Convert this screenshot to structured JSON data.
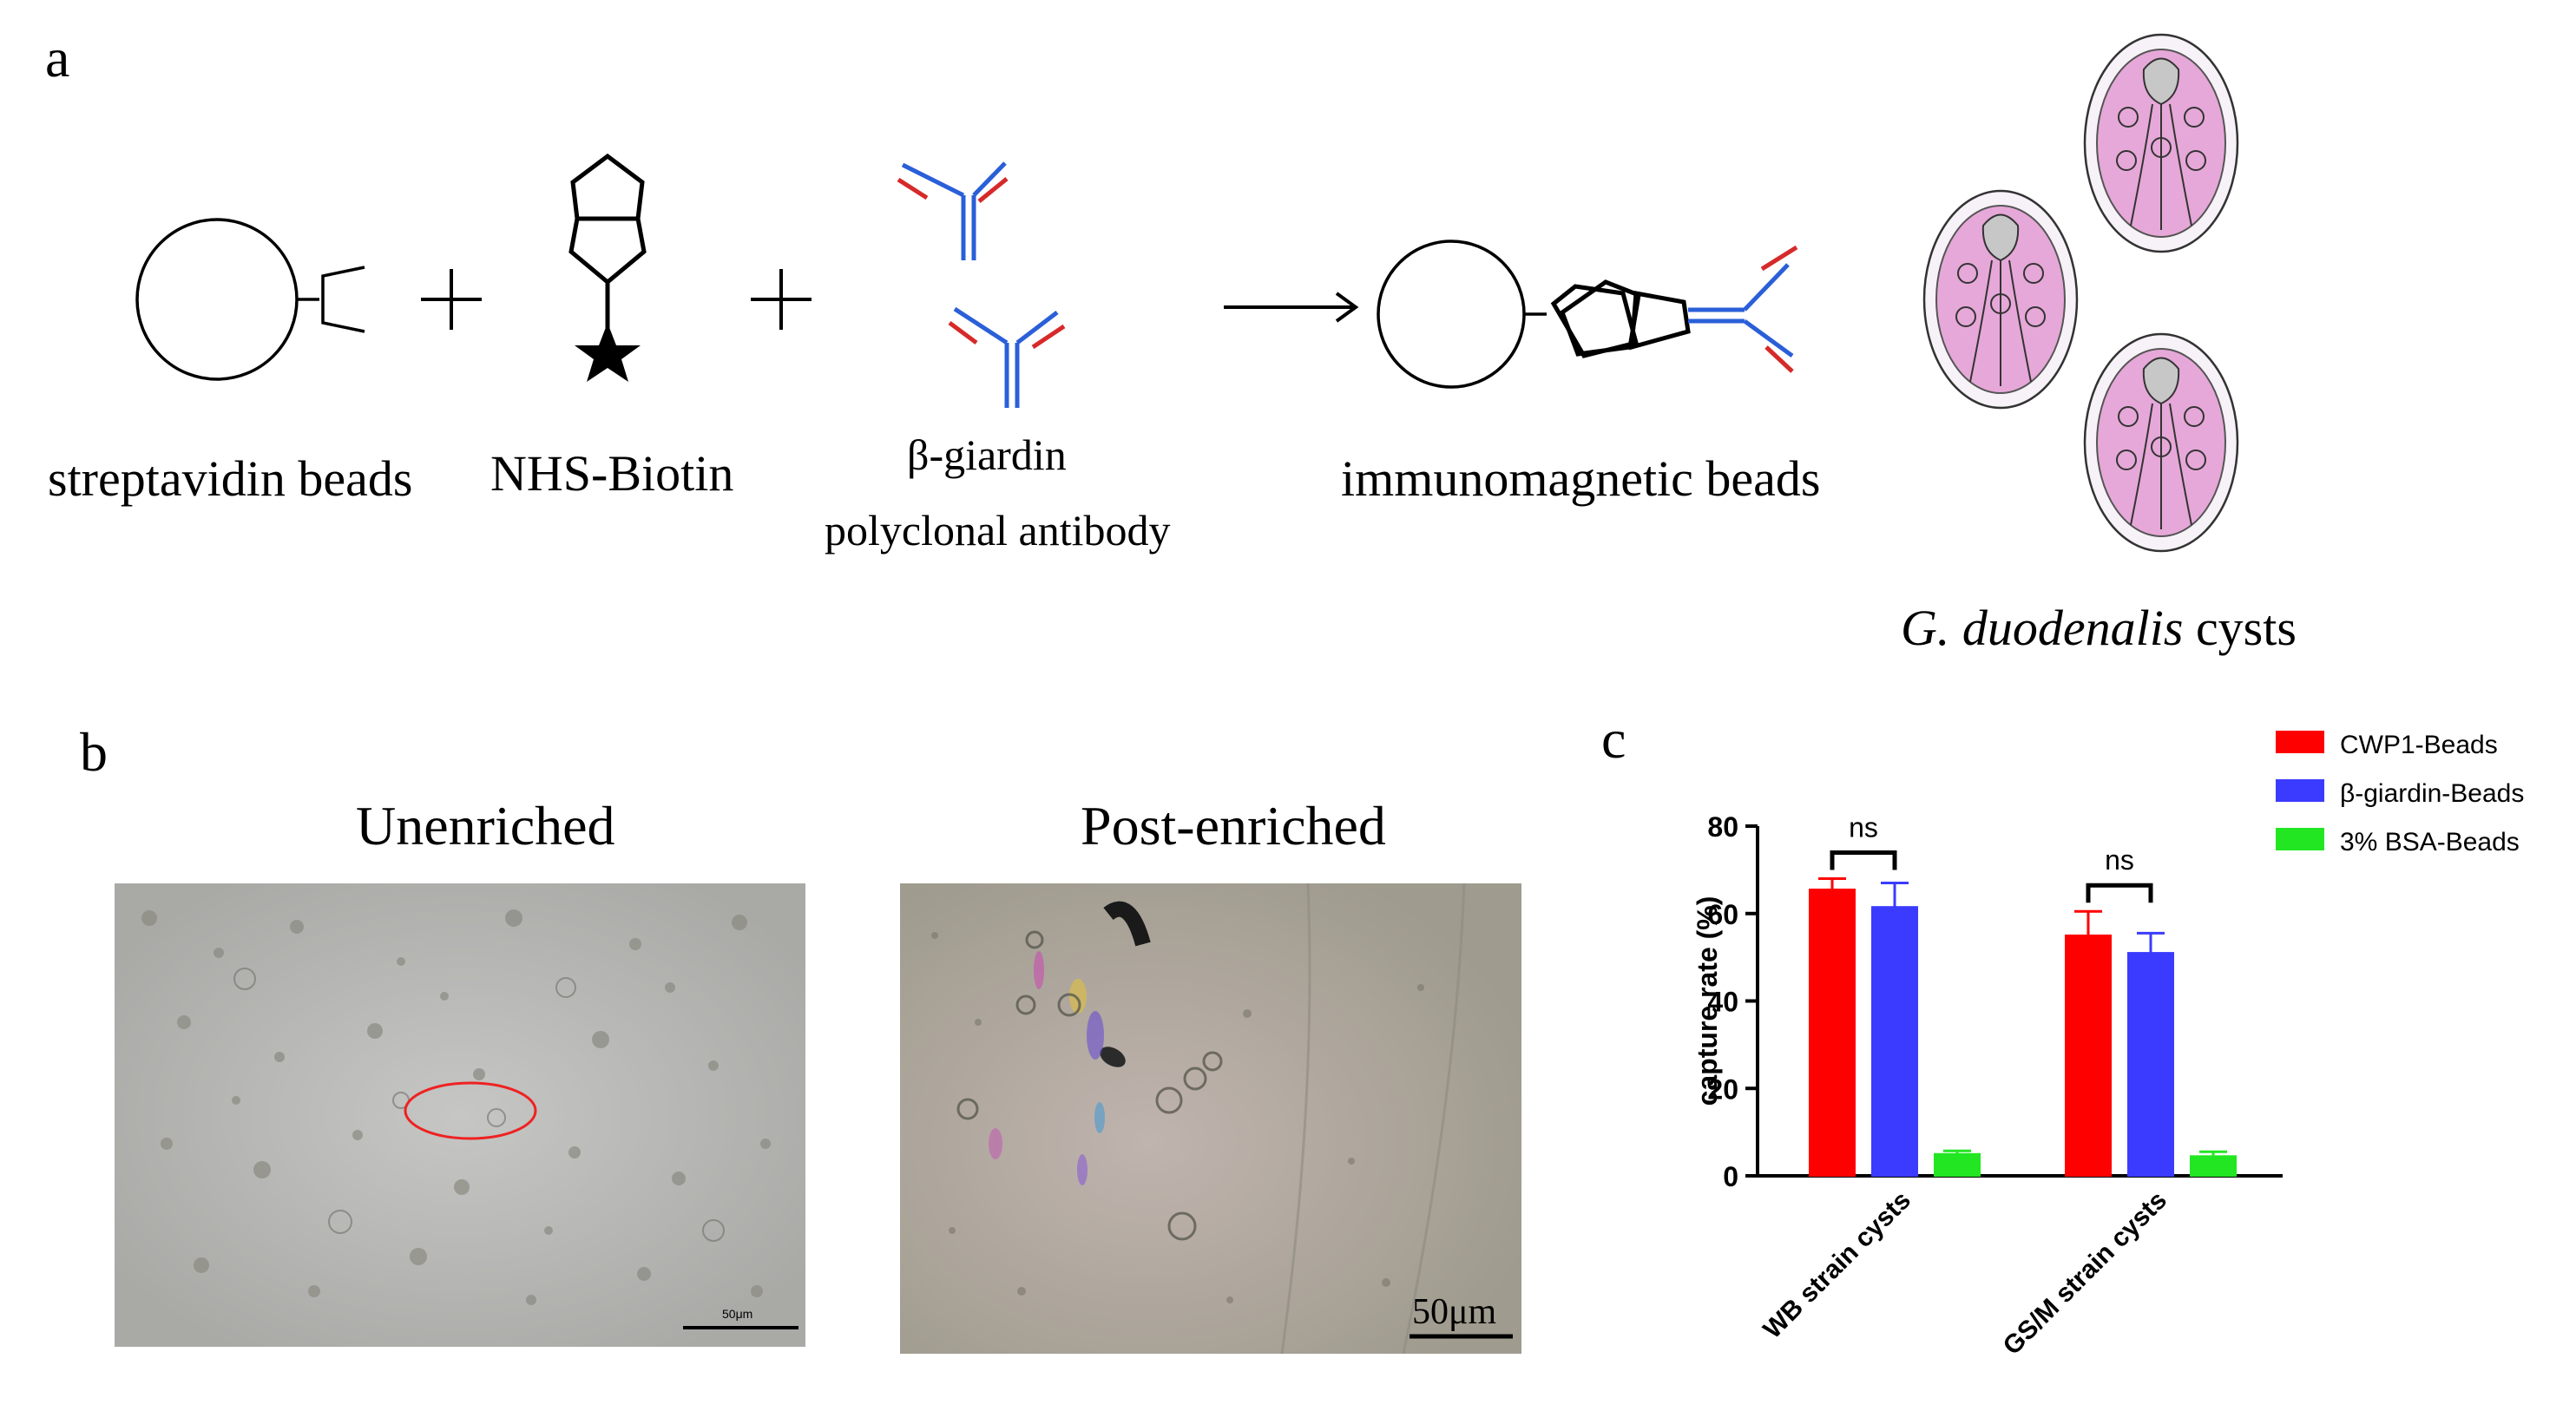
{
  "panel_labels": {
    "a": "a",
    "b": "b",
    "c": "c"
  },
  "schematic": {
    "streptavidin_label": "streptavidin beads",
    "plus_1": "+",
    "biotin_label": "NHS-Biotin",
    "plus_2": "+",
    "antibody_label_1": "β-giardin",
    "antibody_label_2": "polyclonal antibody",
    "product_label": "immunomagnetic beads",
    "cysts_label_italic": "G. duodenalis",
    "cysts_label_rest": " cysts",
    "colors": {
      "heavy_chain": "#2a5fd8",
      "light_chain": "#d62a2a",
      "cyst_fill": "#e6a8d8",
      "cyst_nucleus": "#c7c7c7"
    }
  },
  "micrographs": {
    "unenriched_title": "Unenriched",
    "post_title": "Post-enriched",
    "unenriched_scale": "50μm",
    "post_scale": "50μm"
  },
  "chart_data": {
    "type": "bar",
    "categories": [
      "WB strain cysts",
      "GS/M strain cysts"
    ],
    "series": [
      {
        "name": "CWP1-Beads",
        "color": "#ff0000",
        "values": [
          65.5,
          55.0
        ],
        "errors": [
          2.5,
          5.5
        ]
      },
      {
        "name": "β-giardin-Beads",
        "color": "#3b3bff",
        "values": [
          61.5,
          51.0
        ],
        "errors": [
          5.5,
          4.5
        ]
      },
      {
        "name": "3% BSA-Beads",
        "color": "#22e622",
        "values": [
          5.0,
          4.5
        ],
        "errors": [
          0.7,
          1.0
        ]
      }
    ],
    "ylabel": "capture rate (%)",
    "xlabel": "",
    "ylim": [
      0,
      80
    ],
    "yticks": [
      0,
      20,
      40,
      60,
      80
    ],
    "significance": [
      "ns",
      "ns"
    ],
    "legend_position": "top-right"
  }
}
